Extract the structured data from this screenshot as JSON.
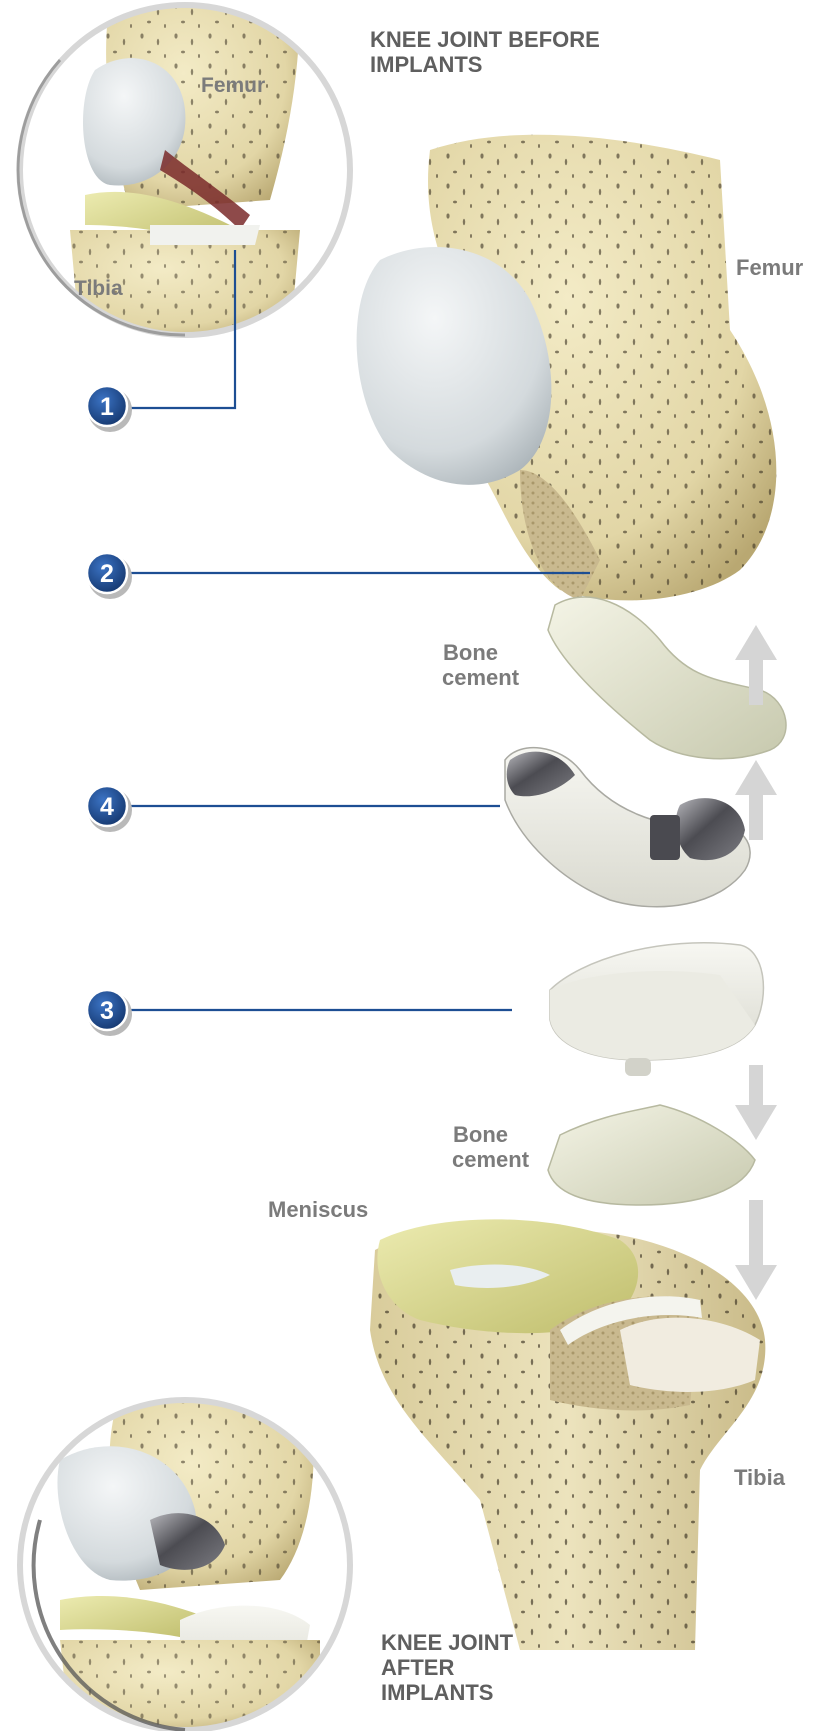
{
  "title_before": [
    "KNEE JOINT BEFORE",
    "IMPLANTS"
  ],
  "title_after": [
    "KNEE JOINT",
    "AFTER",
    "IMPLANTS"
  ],
  "labels": {
    "inset_femur": "Femur",
    "inset_tibia": "Tibia",
    "femur": "Femur",
    "bone_cement_upper": [
      "Bone",
      "cement"
    ],
    "bone_cement_lower": [
      "Bone",
      "cement"
    ],
    "meniscus": "Meniscus",
    "tibia": "Tibia"
  },
  "callouts": [
    {
      "number": "1"
    },
    {
      "number": "2"
    },
    {
      "number": "4"
    },
    {
      "number": "3"
    }
  ],
  "colors": {
    "bone": "#e6dcb2",
    "bone_shadow": "#c8b98a",
    "pore": "#3a3122",
    "cartilage": "#dfe4e6",
    "meniscus": "#d8d68a",
    "implant_plastic": "#f2f2ea",
    "implant_metal": "#5a5a5e",
    "arrow": "#d5d5d5",
    "callout_blue": "#1d4e93",
    "leader_line": "#1d4e93",
    "label_grey": "#7b7b7b"
  }
}
